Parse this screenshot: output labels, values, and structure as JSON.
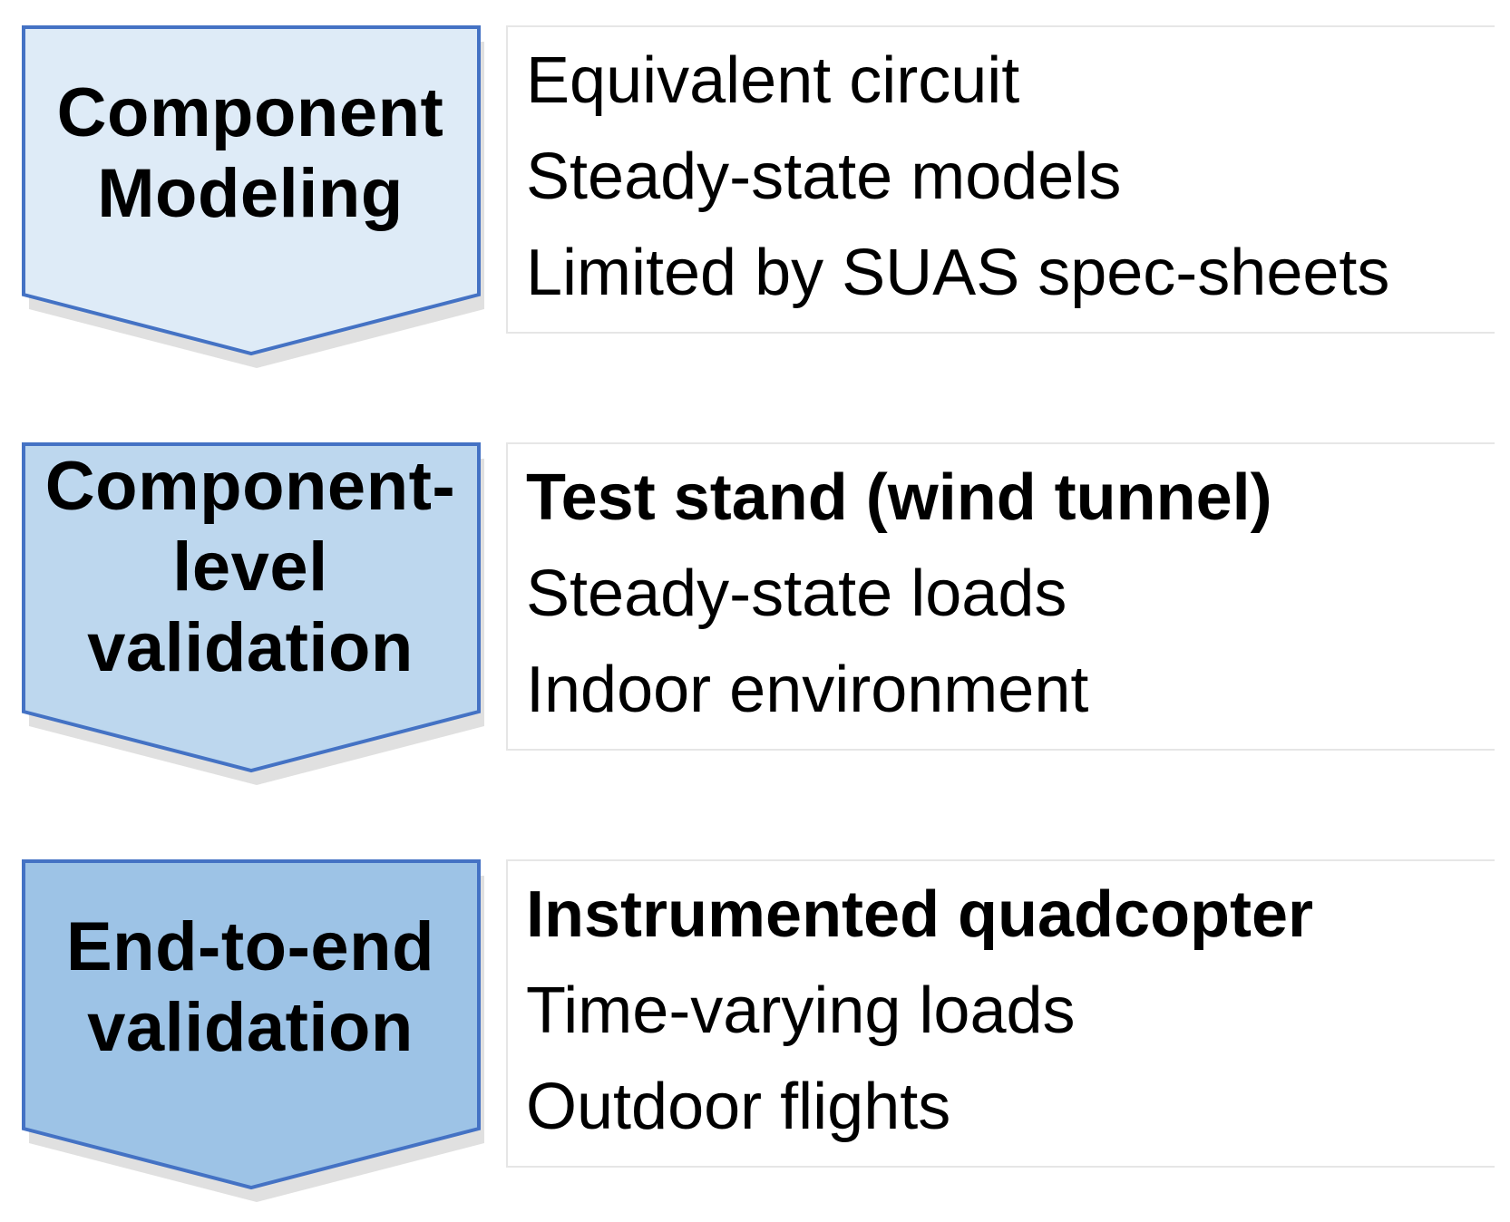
{
  "steps": [
    {
      "label_lines": [
        "Component",
        "Modeling"
      ],
      "fill": "#deebf7",
      "stroke": "#4472c4",
      "details": [
        {
          "text": "Equivalent circuit",
          "bold": false
        },
        {
          "text": "Steady-state models",
          "bold": false
        },
        {
          "text": "Limited by SUAS spec-sheets",
          "bold": false
        }
      ]
    },
    {
      "label_lines": [
        "Component-",
        "level",
        "validation"
      ],
      "fill": "#bdd7ee",
      "stroke": "#4472c4",
      "details": [
        {
          "text": "Test stand (wind tunnel)",
          "bold": true
        },
        {
          "text": "Steady-state loads",
          "bold": false
        },
        {
          "text": "Indoor environment",
          "bold": false
        }
      ]
    },
    {
      "label_lines": [
        "End-to-end",
        "validation"
      ],
      "fill": "#9dc3e6",
      "stroke": "#4472c4",
      "details": [
        {
          "text": "Instrumented quadcopter",
          "bold": true
        },
        {
          "text": "Time-varying loads",
          "bold": false
        },
        {
          "text": "Outdoor flights",
          "bold": false
        }
      ]
    }
  ]
}
